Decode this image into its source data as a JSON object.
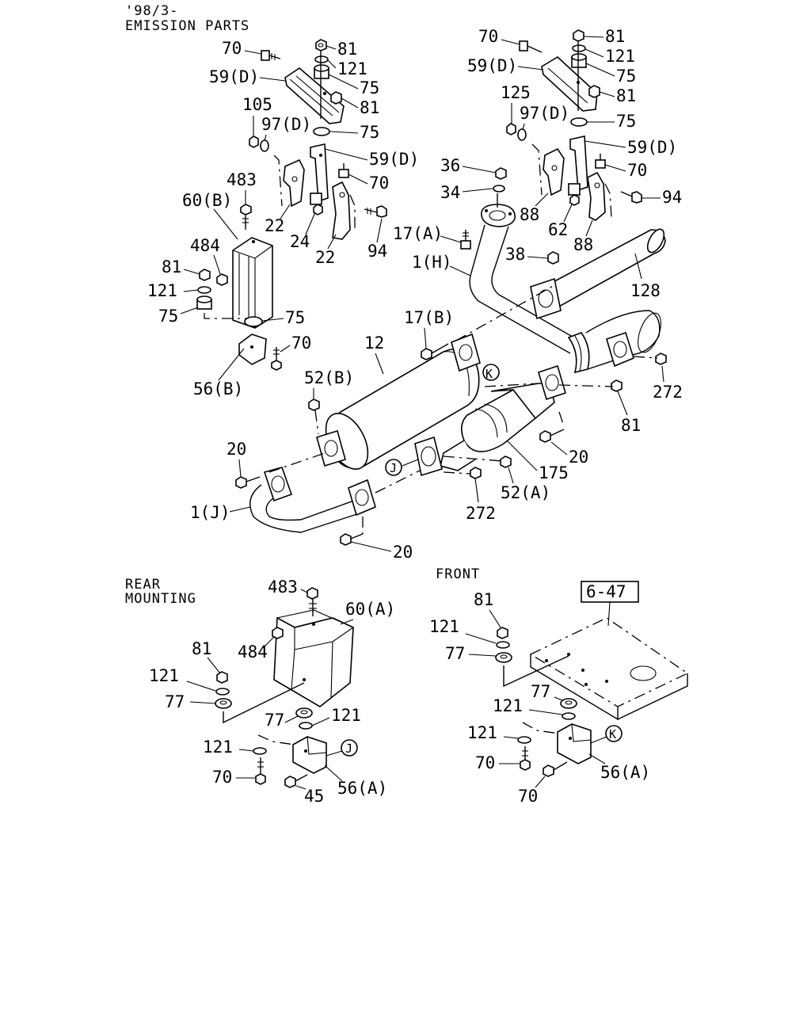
{
  "header": {
    "line1": "'98/3-",
    "line2": "EMISSION PARTS"
  },
  "sections": {
    "rear_line1": "REAR",
    "rear_line2": "MOUNTING",
    "front": "FRONT",
    "reference_box": "6-47"
  },
  "callouts": {
    "K": "K",
    "J": "J"
  },
  "labels": {
    "top_left": [
      "70",
      "81",
      "121",
      "59(D)",
      "75",
      "81",
      "105",
      "97(D)",
      "75",
      "59(D)",
      "70",
      "483",
      "60(B)",
      "22",
      "24",
      "22",
      "94",
      "484",
      "81",
      "121",
      "75",
      "75",
      "70",
      "56(B)"
    ],
    "top_right": [
      "70",
      "81",
      "121",
      "59(D)",
      "75",
      "81",
      "125",
      "97(D)",
      "75",
      "59(D)",
      "70",
      "94",
      "36",
      "34",
      "88",
      "62",
      "88",
      "17(A)",
      "1(H)",
      "38",
      "128"
    ],
    "middle": [
      "17(B)",
      "12",
      "52(B)",
      "272",
      "81",
      "20",
      "175",
      "52(A)",
      "272",
      "20",
      "1(J)",
      "20"
    ],
    "rear_mounting": [
      "483",
      "60(A)",
      "81",
      "484",
      "121",
      "77",
      "77",
      "121",
      "121",
      "70",
      "45",
      "56(A)"
    ],
    "front_mounting": [
      "81",
      "121",
      "77",
      "77",
      "121",
      "121",
      "70",
      "70",
      "56(A)"
    ]
  }
}
